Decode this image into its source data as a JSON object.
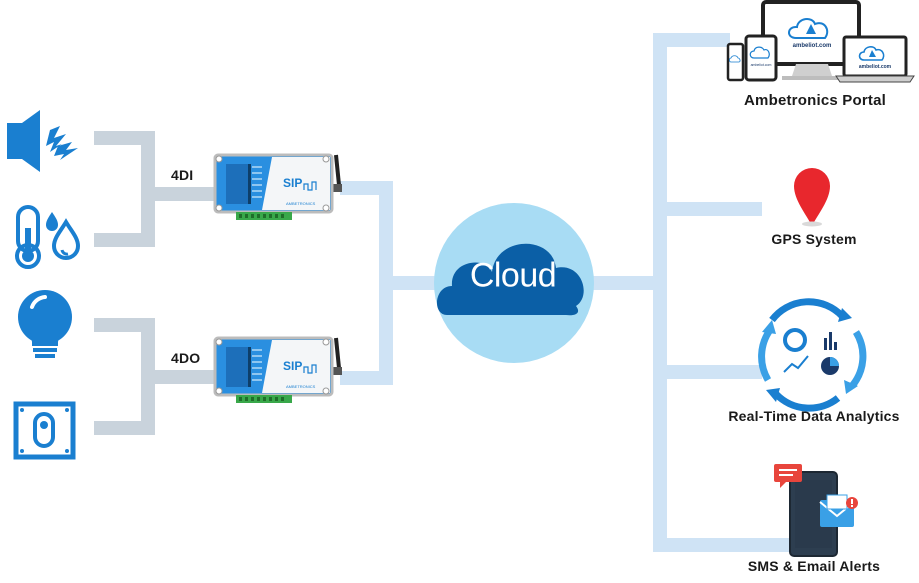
{
  "io_labels": {
    "inputs": "4DI",
    "outputs": "4DO"
  },
  "center": {
    "label": "Cloud"
  },
  "devices": {
    "name": "SIP",
    "brand": "AMBETRONICS"
  },
  "portal_screen_text": "ambeliot.com",
  "services": [
    {
      "label": "Ambetronics Portal",
      "icon": "multi-device-screens-icon"
    },
    {
      "label": "GPS System",
      "icon": "map-pin-icon"
    },
    {
      "label": "Real-Time Data Analytics",
      "icon": "analytics-cycle-icon"
    },
    {
      "label": "SMS & Email Alerts",
      "icon": "phone-alerts-icon"
    }
  ],
  "field_devices": {
    "inputs": [
      "siren-speaker-icon",
      "temperature-humidity-icon"
    ],
    "outputs": [
      "light-bulb-icon",
      "wall-switch-icon"
    ]
  },
  "colors": {
    "accent_blue": "#1a7fd0",
    "dark_blue": "#0d5ea8",
    "line_light": "#cfe3f5",
    "line_grey": "#c9d3dc",
    "cloud_circle": "#a8dcf4",
    "cloud_shape": "#0b5fa6",
    "pin_red": "#e8272d"
  }
}
